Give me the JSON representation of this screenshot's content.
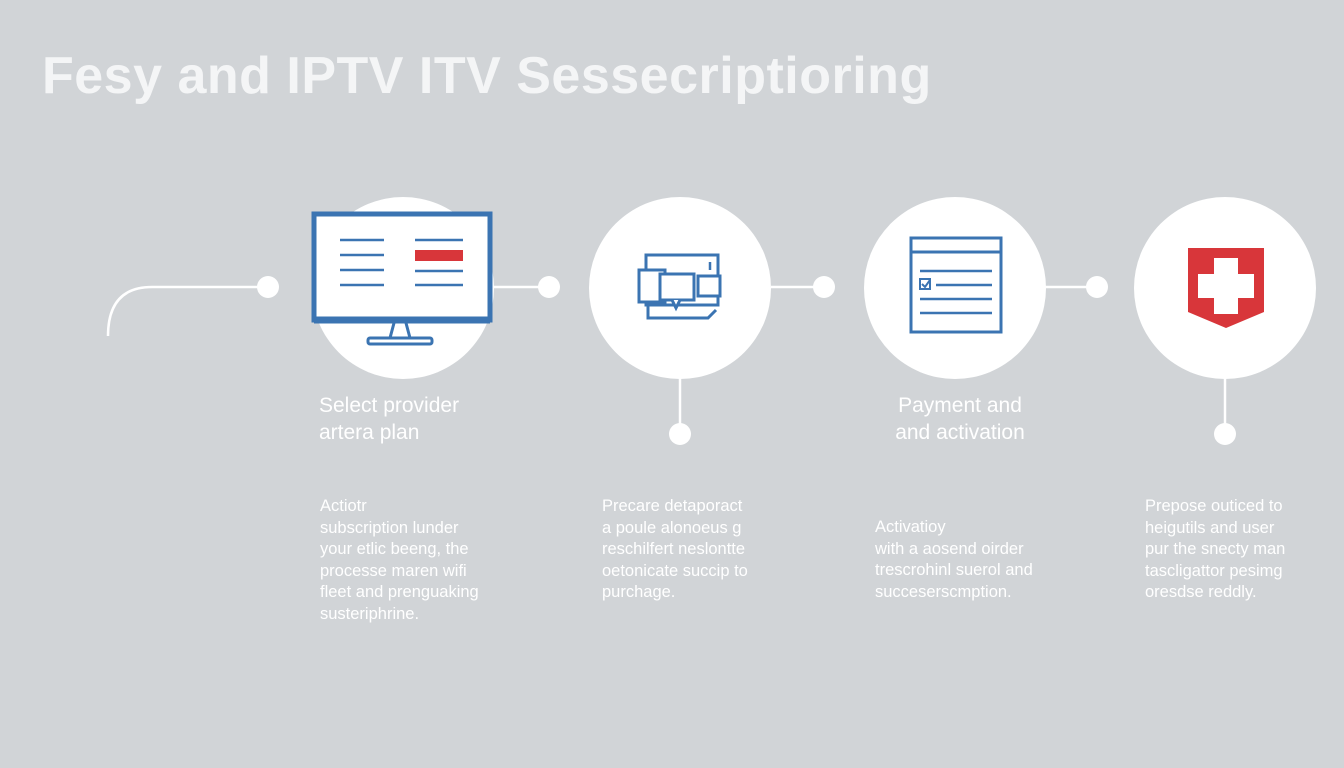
{
  "title": "Fesy and IPTV ITV Sessecriptioring",
  "steps": [
    {
      "icon": "monitor-icon",
      "heading": [
        "Select provider",
        "artera plan"
      ],
      "description": [
        "Actiotr",
        "subscription lunder",
        "your etlic beeng, the",
        "processe maren wifi",
        "fleet and prenguaking",
        "susteriphrine."
      ]
    },
    {
      "icon": "devices-icon",
      "heading": [],
      "description": [
        "Precare detaporact",
        "a poule alonoeus g",
        "reschilfert neslontte",
        "oetonicate succip to",
        "purchage."
      ]
    },
    {
      "icon": "checklist-document-icon",
      "heading": [
        "Payment and",
        "and activation"
      ],
      "description": [
        "Activatioy",
        "with a aosend oirder",
        "trescrohinl suerol and",
        "succeserscmption."
      ]
    },
    {
      "icon": "medical-cross-shield-icon",
      "heading": [],
      "description": [
        "Prepose outiced to",
        "heigutils and user",
        "pur the snecty man",
        "tascligattor pesimg",
        "oresdse reddly."
      ]
    }
  ],
  "colors": {
    "background": "#d1d4d7",
    "text": "#ffffff",
    "icon_blue": "#3b74b2",
    "accent_red": "#d8363a"
  }
}
